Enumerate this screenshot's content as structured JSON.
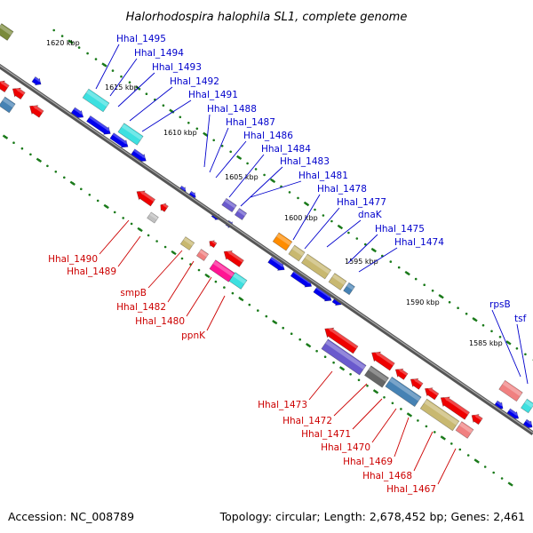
{
  "title": "Halorhodospira halophila SL1, complete genome",
  "accession": "Accession: NC_008789",
  "topology": "Topology: circular; Length: 2,678,452 bp; Genes: 2,461",
  "colors": {
    "label_top": "#0000cc",
    "label_bottom": "#cc0000",
    "backbone": "#555555",
    "tick": "#1a7a1a"
  },
  "ticks": [
    "1620 kbp",
    "1615 kbp",
    "1610 kbp",
    "1605 kbp",
    "1600 kbp",
    "1595 kbp",
    "1590 kbp",
    "1585 kbp"
  ],
  "upper_labels": [
    "Hhal_1495",
    "Hhal_1494",
    "Hhal_1493",
    "Hhal_1492",
    "Hhal_1491",
    "Hhal_1488",
    "Hhal_1487",
    "Hhal_1486",
    "Hhal_1484",
    "Hhal_1483",
    "Hhal_1481",
    "Hhal_1478",
    "Hhal_1477",
    "dnaK",
    "Hhal_1475",
    "Hhal_1474",
    "rpsB",
    "tsf"
  ],
  "lower_labels": [
    "Hhal_1490",
    "Hhal_1489",
    "smpB",
    "Hhal_1482",
    "Hhal_1480",
    "ppnK",
    "Hhal_1473",
    "Hhal_1472",
    "Hhal_1471",
    "Hhal_1470",
    "Hhal_1469",
    "Hhal_1468",
    "Hhal_1467"
  ]
}
